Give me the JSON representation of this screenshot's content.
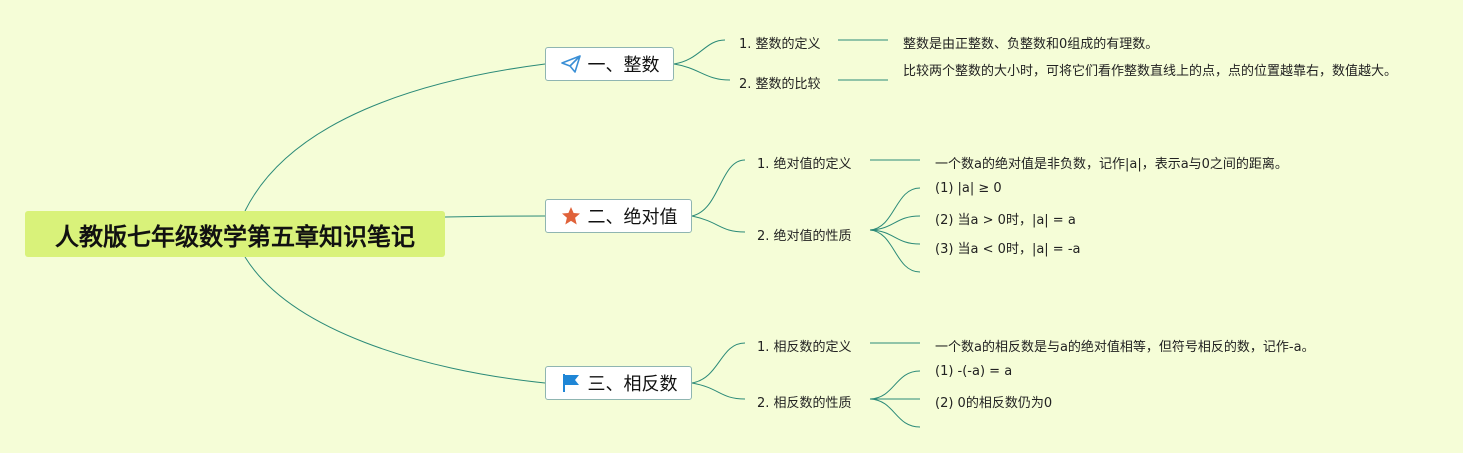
{
  "root": {
    "title": "人教版七年级数学第五章知识笔记"
  },
  "branches": [
    {
      "label": "一、整数",
      "icon": "paper-plane-icon",
      "topics": [
        {
          "label": "1. 整数的定义",
          "details": [
            "整数是由正整数、负整数和0组成的有理数。"
          ]
        },
        {
          "label": "2. 整数的比较",
          "details": [
            "比较两个整数的大小时，可将它们看作整数直线上的点，点的位置越靠右，数值越大。"
          ]
        }
      ]
    },
    {
      "label": "二、绝对值",
      "icon": "star-icon",
      "topics": [
        {
          "label": "1. 绝对值的定义",
          "details": [
            "一个数a的绝对值是非负数，记作|a|，表示a与0之间的距离。"
          ]
        },
        {
          "label": "2. 绝对值的性质",
          "details": [
            "(1) |a| ≥ 0",
            "(2) 当a > 0时，|a| = a",
            "(3) 当a < 0时，|a| = -a",
            ""
          ]
        }
      ]
    },
    {
      "label": "三、相反数",
      "icon": "flag-icon",
      "topics": [
        {
          "label": "1. 相反数的定义",
          "details": [
            "一个数a的相反数是与a的绝对值相等，但符号相反的数，记作-a。"
          ]
        },
        {
          "label": "2. 相反数的性质",
          "details": [
            "(1) -(-a) = a",
            "(2) 0的相反数仍为0",
            ""
          ]
        }
      ]
    }
  ],
  "colors": {
    "background": "#f5fdd7",
    "root_fill": "#d9f27a",
    "line": "#2b8a78",
    "branch_border": "#8fb5b1",
    "icon_plane": "#3a8fd6",
    "icon_star": "#e0623a",
    "icon_flag": "#1f86d6"
  }
}
